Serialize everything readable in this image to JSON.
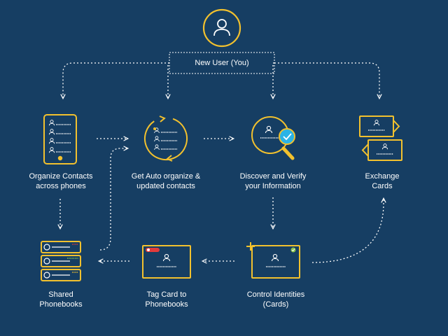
{
  "root": {
    "label": "New User (You)"
  },
  "nodes": [
    {
      "id": "organize",
      "lines": [
        "Organize Contacts",
        "across phones"
      ]
    },
    {
      "id": "auto",
      "lines": [
        "Get Auto organize &",
        "updated contacts"
      ]
    },
    {
      "id": "verify",
      "lines": [
        "Discover and Verify",
        "your Information"
      ]
    },
    {
      "id": "exchange",
      "lines": [
        "Exchange",
        "Cards"
      ]
    },
    {
      "id": "shared",
      "lines": [
        "Shared",
        "Phonebooks"
      ]
    },
    {
      "id": "tag",
      "lines": [
        "Tag Card to",
        "Phonebooks"
      ]
    },
    {
      "id": "control",
      "lines": [
        "Control Identities",
        "(Cards)"
      ]
    }
  ],
  "colors": {
    "background": "#163e63",
    "accent": "#f2c12e",
    "line": "#ffffff",
    "check": "#2ab3e6",
    "tag_red": "#e23b3b",
    "bullet_green": "#8bc34a"
  }
}
